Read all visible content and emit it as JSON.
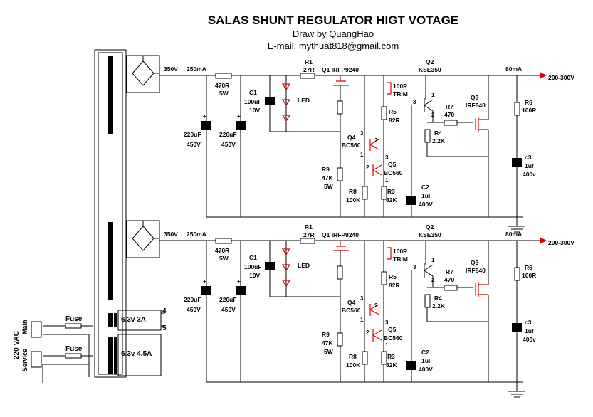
{
  "header": {
    "title": "SALAS SHUNT REGULATOR HIGT VOTAGE",
    "author": "Draw by QuangHao",
    "email": "E-mail: mythuat818@gmail.com"
  },
  "labels": {
    "v350": "350V",
    "i250": "250mA",
    "r_470_name": "470R",
    "r_470_w": "5W",
    "c1_name": "C1",
    "c1_val": "100uF",
    "c1_v": "10V",
    "r1_name": "R1",
    "r1_val": "27R",
    "q1": "Q1 IRFP9240",
    "led": "LED",
    "trim_val": "100R",
    "trim": "TRIM",
    "q2_name": "Q2",
    "q2_type": "KSE350",
    "i80": "80mA",
    "out": "200-300V",
    "cap220_val": "220uF",
    "cap220_v": "450V",
    "r5_name": "R5",
    "r5_val": "82R",
    "r7_name": "R7",
    "r7_val": "470",
    "q3_name": "Q3",
    "q3_type": "IRF840",
    "r6_name": "R6",
    "r6_val": "100R",
    "q4_name": "Q4",
    "q4_type": "BC560",
    "q5_name": "Q5",
    "q5_type": "BC560",
    "r4_name": "R4",
    "r4_val": "2.2K",
    "r9_name": "R9",
    "r9_val": "47K",
    "r9_w": "5W",
    "r8_name": "R8",
    "r8_val": "100K",
    "r3_name": "R3",
    "r3_val": "82K",
    "c2_name": "C2",
    "c2_val": "1uF",
    "c2_v": "400V",
    "c3_name": "c3",
    "c3_val": "1uf",
    "c3_v": "400v",
    "pin1": "1",
    "pin2": "2",
    "pin3": "3"
  },
  "transformer": {
    "fuse": "Fuse",
    "main": "Main",
    "service": "Service",
    "vac": "220 VAC",
    "tap1": "6.3v 3A",
    "tap2": "6.3v 4.5A",
    "t4": "4",
    "t5": "5"
  },
  "colors": {
    "wire": "#000000",
    "highlight": "#e00000"
  }
}
